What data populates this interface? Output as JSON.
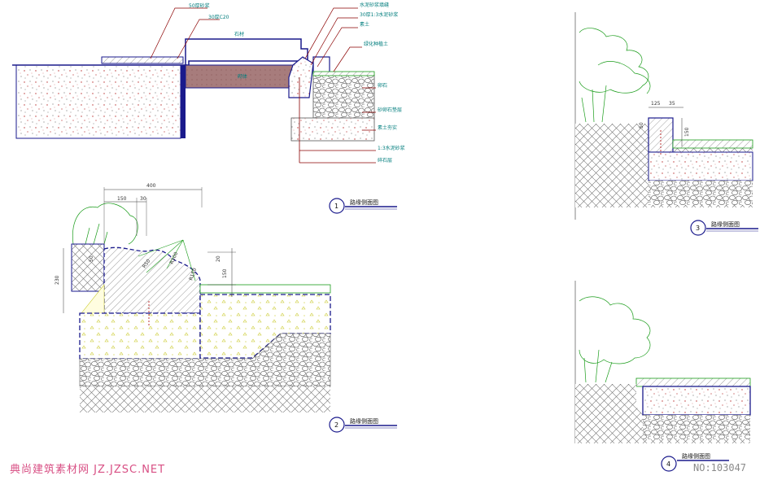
{
  "drawings": [
    {
      "id": "detail-1",
      "number": "1",
      "title": "路缘侧面图"
    },
    {
      "id": "detail-2",
      "number": "2",
      "title": "路缘侧面图"
    },
    {
      "id": "detail-3",
      "number": "3",
      "title": "路缘侧面图"
    },
    {
      "id": "detail-4",
      "number": "4",
      "title": "路缘侧面图"
    }
  ],
  "detail1_labels": [
    "50厚砂浆",
    "30厚C20",
    "石材",
    "水泥砂浆填缝",
    "30厚1:3水泥砂浆",
    "素土",
    "绿化种植土",
    "卵石",
    "砂卵石垫层",
    "素土夯实",
    "1:3水泥砂浆",
    "碎石层"
  ],
  "detail1_fill_label": "砌体",
  "detail2_dims": [
    "400",
    "150",
    "30",
    "230",
    "50",
    "R50",
    "R100",
    "R150",
    "20",
    "150"
  ],
  "detail3_dims": [
    "125",
    "35",
    "50",
    "150"
  ],
  "footer": {
    "watermark": "典尚建筑素材网 JZ.JZSC.NET",
    "drawing_no": "NO:103047"
  },
  "colors": {
    "outline": "#1a1a8c",
    "leader": "#8b0000",
    "label": "#007d7d",
    "aggregate": "#b33",
    "plant": "#1a9c1a",
    "watermark": "#d84f84"
  }
}
